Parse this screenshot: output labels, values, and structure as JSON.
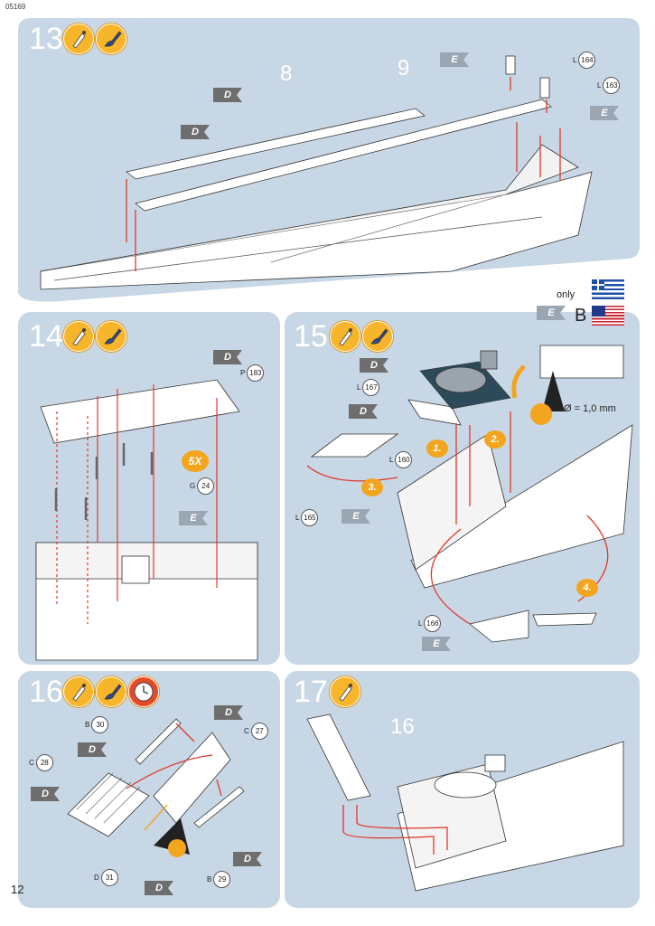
{
  "header": {
    "code": "05169"
  },
  "footer": {
    "page_number": "12"
  },
  "steps": {
    "s13": {
      "number": "13",
      "labels": [
        "8",
        "9"
      ]
    },
    "s14": {
      "number": "14",
      "multiplier": "5X"
    },
    "s15": {
      "number": "15",
      "only": "only",
      "flag_letter": "B",
      "drill": "Ø = 1,0 mm",
      "sequence": [
        "1.",
        "2.",
        "3.",
        "4."
      ]
    },
    "s16": {
      "number": "16"
    },
    "s17": {
      "number": "17",
      "label": "16"
    }
  },
  "tags": {
    "d": "D",
    "e": "E"
  },
  "parts": {
    "l164": {
      "letter": "L",
      "num": "164"
    },
    "l163": {
      "letter": "L",
      "num": "163"
    },
    "p183": {
      "letter": "P",
      "num": "183"
    },
    "g24": {
      "letter": "G",
      "num": "24"
    },
    "l167": {
      "letter": "L",
      "num": "167"
    },
    "l160": {
      "letter": "L",
      "num": "160"
    },
    "l165": {
      "letter": "L",
      "num": "165"
    },
    "l166": {
      "letter": "L",
      "num": "166"
    },
    "b30": {
      "letter": "B",
      "num": "30"
    },
    "c27": {
      "letter": "C",
      "num": "27"
    },
    "c28": {
      "letter": "C",
      "num": "28"
    },
    "d31": {
      "letter": "D",
      "num": "31"
    },
    "b29": {
      "letter": "B",
      "num": "29"
    }
  },
  "icons": [
    "glue-icon",
    "paint-brush-icon",
    "clock-icon",
    "drill-icon",
    "flag-greece-icon",
    "flag-usa-icon"
  ],
  "colors": {
    "panel": "#c8d7e6",
    "tag": "#6e6e6e",
    "tag_e": "#9aa6b2",
    "accent": "#f3a51f",
    "arrow": "#e0392b"
  }
}
